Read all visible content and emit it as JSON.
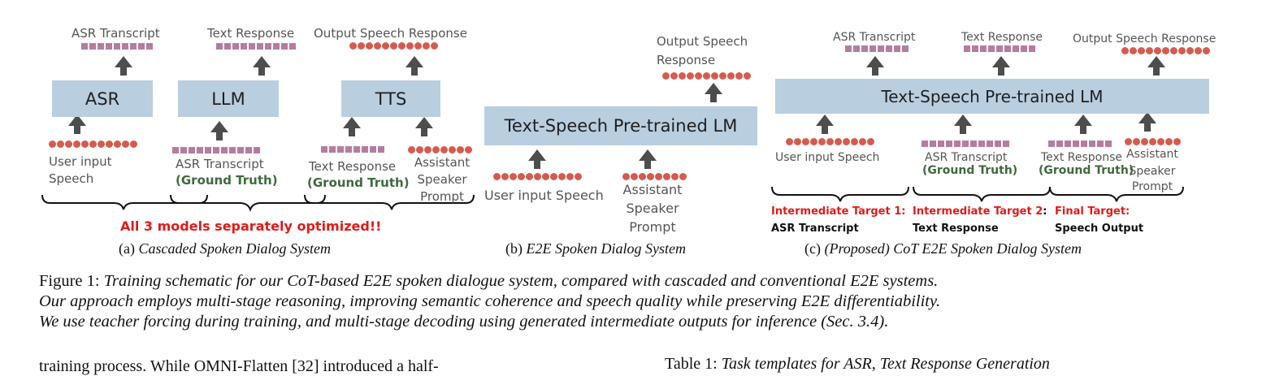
{
  "panel_a": {
    "asr_box": "ASR",
    "llm_box": "LLM",
    "tts_box": "TTS",
    "out_asr": "ASR Transcript",
    "out_llm": "Text Response",
    "out_tts": "Output Speech Response",
    "in_user_1": "User input",
    "in_user_2": "Speech",
    "in_asr": "ASR Transcript",
    "in_asr_gt": "(Ground Truth)",
    "in_text": "Text Response",
    "in_text_gt": "(Ground Truth)",
    "in_spk_1": "Assistant",
    "in_spk_2": "Speaker",
    "in_spk_3": "Prompt",
    "note": "All 3 models separately optimized!!",
    "caption_prefix": "(a) ",
    "caption_italic": "Cascaded Spoken Dialog System"
  },
  "panel_b": {
    "lm_box": "Text-Speech Pre-trained LM",
    "out_1": "Output Speech",
    "out_2": "Response",
    "in_user": "User input Speech",
    "in_spk_1": "Assistant",
    "in_spk_2": "Speaker",
    "in_spk_3": "Prompt",
    "caption_prefix": "(b) ",
    "caption_italic": "E2E Spoken Dialog System"
  },
  "panel_c": {
    "lm_box": "Text-Speech Pre-trained LM",
    "out_asr": "ASR Transcript",
    "out_text": "Text Response",
    "out_speech": "Output Speech Response",
    "in_user": "User input Speech",
    "in_asr": "ASR Transcript",
    "in_asr_gt": "(Ground Truth)",
    "in_text": "Text Response",
    "in_text_gt": "(Ground Truth)",
    "in_spk_1": "Assistant",
    "in_spk_2": "Speaker",
    "in_spk_3": "Prompt",
    "t1_red": "Intermediate Target 1:",
    "t1_blk": "ASR Transcript",
    "t2_red": "Intermediate Target 2",
    "t2_colon": ":",
    "t2_blk": "Text Response",
    "t3_red": "Final Target:",
    "t3_blk": "Speech Output",
    "caption_prefix": "(c) ",
    "caption_italic": "(Proposed) CoT E2E Spoken Dialog System"
  },
  "figure": {
    "label": "Figure 1: ",
    "line1": "Training schematic for our CoT-based E2E spoken dialogue system, compared with cascaded and conventional E2E systems.",
    "line2": "Our approach employs multi-stage reasoning, improving semantic coherence and speech quality while preserving E2E differentiability.",
    "line3": "We use teacher forcing during training, and multi-stage decoding using generated intermediate outputs for inference (Sec. 3.4)."
  },
  "body": {
    "left_partial": "training process. While OMNI-Flatten [32] introduced a half-",
    "right_label": "Table 1: ",
    "right_partial": "Task templates for ASR, Text Response Generation"
  },
  "colors": {
    "box": "#b9cedf",
    "speech_token": "#d65b4f",
    "text_token": "#b67ca0",
    "ground_truth": "#3e6b3a",
    "highlight": "#e11b1b",
    "arrow": "#4d4d4d"
  }
}
